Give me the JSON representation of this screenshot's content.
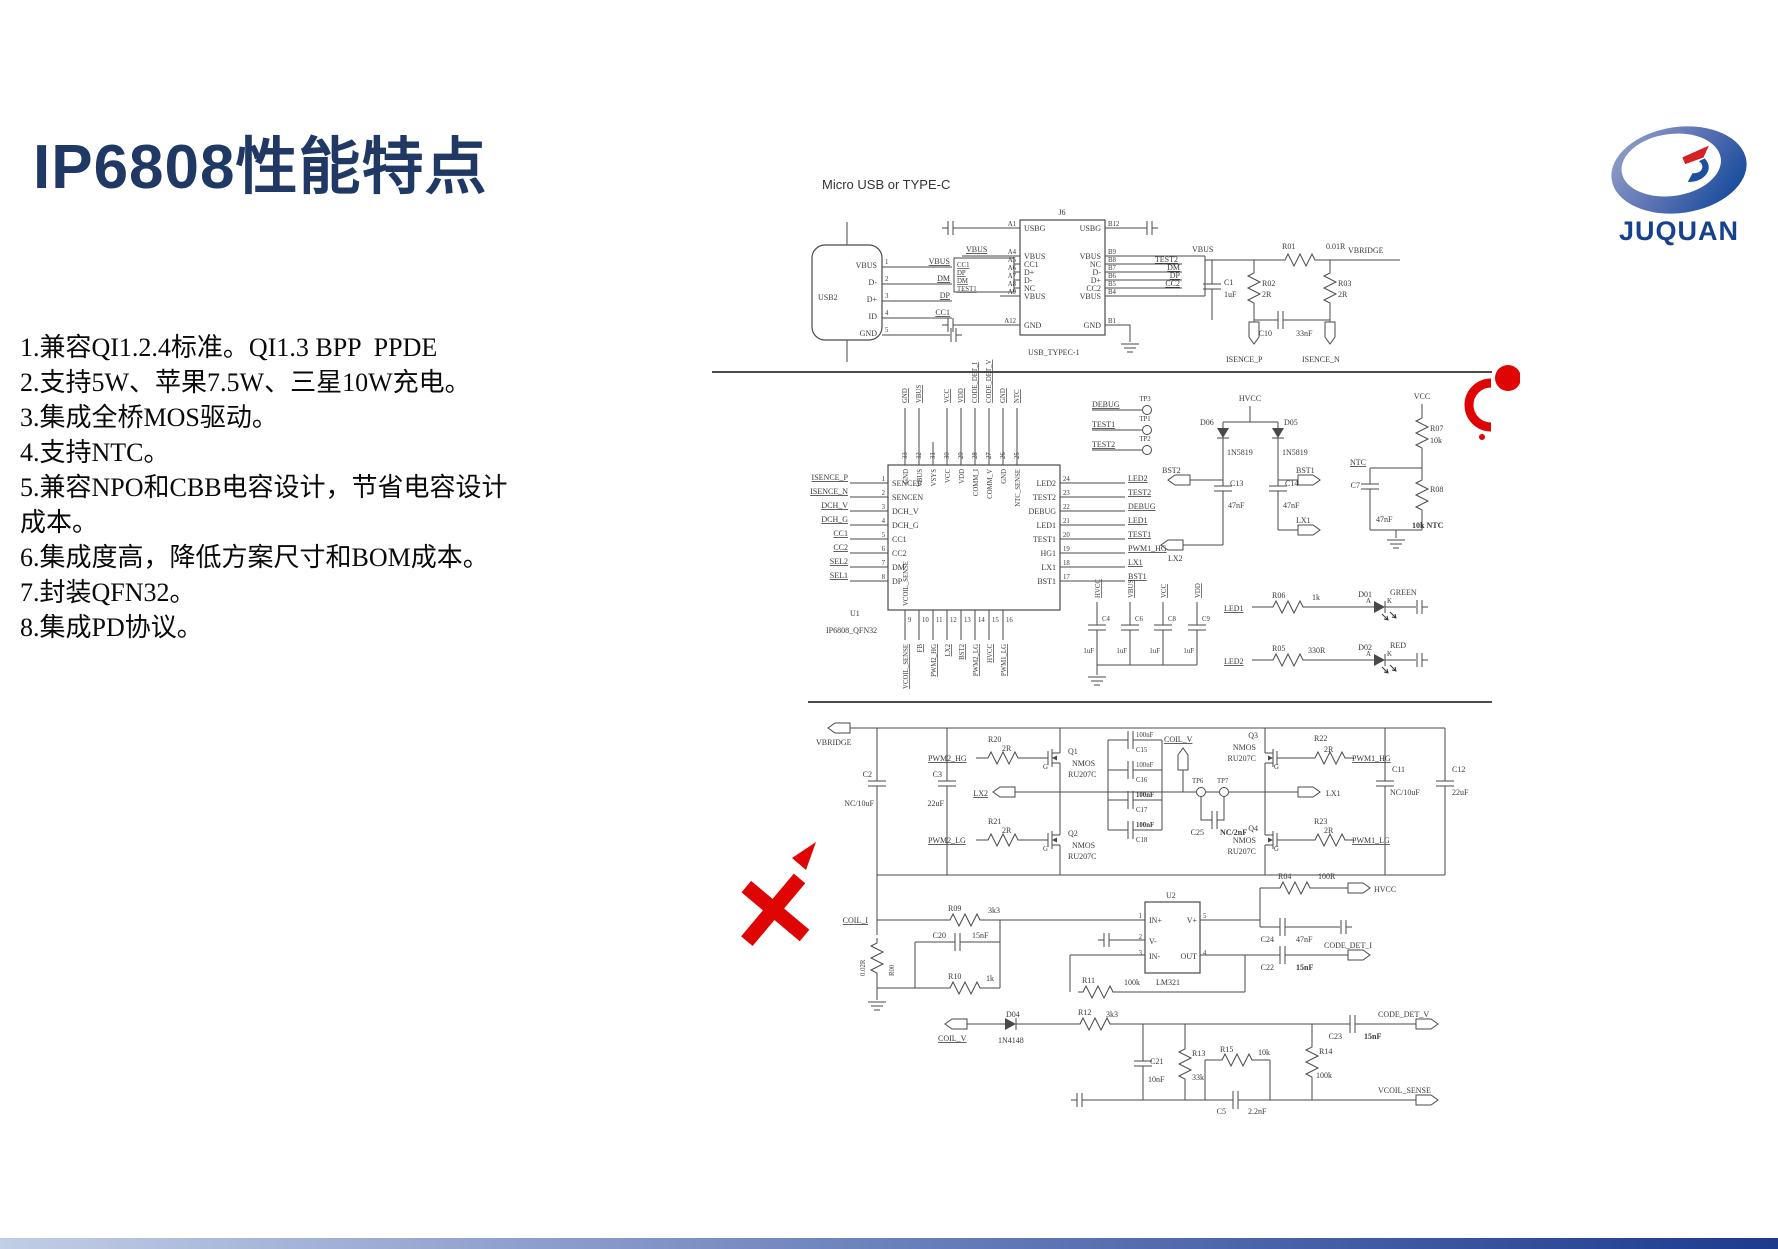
{
  "slide": {
    "title": "IP6808性能特点",
    "features": [
      "1.兼容QI1.2.4标准。QI1.3 BPP  PPDE",
      "2.支持5W、苹果7.5W、三星10W充电。",
      "3.集成全桥MOS驱动。",
      "4.支持NTC。",
      "5.兼容NPO和CBB电容设计，节省电容设计成本。",
      "6.集成度高，降低方案尺寸和BOM成本。",
      "7.封装QFN32。",
      "8.集成PD协议。"
    ]
  },
  "logo": {
    "text": "JUQUAN"
  },
  "colors": {
    "title": "#1f3864",
    "logo_blue": "#16418f",
    "accent_red": "#e00505"
  },
  "sch": {
    "top": {
      "title": "Micro USB or TYPE-C",
      "usb2_ref": "USB2",
      "usb2_pins": [
        "VBUS",
        "D-",
        "D+",
        "ID",
        "GND"
      ],
      "usb2_nums": [
        "1",
        "2",
        "3",
        "4",
        "5"
      ],
      "usb2_nets": [
        "VBUS",
        "DM",
        "DP",
        "CC1"
      ],
      "j6_ref": "J6",
      "j6_name": "USB_TYPEC-1",
      "j6_lnums": [
        "A1",
        "A4",
        "A5",
        "A6",
        "A7",
        "A8",
        "A9",
        "A12"
      ],
      "j6_lpins": [
        "USBG",
        "VBUS",
        "CC1",
        "D+",
        "D-",
        "NC",
        "VBUS",
        "GND"
      ],
      "j6_lnets": [
        "VBUS",
        "CC1",
        "DP",
        "DM",
        "TEST1"
      ],
      "j6_rpins": [
        "USBG",
        "VBUS",
        "NC",
        "D-",
        "D+",
        "CC2",
        "VBUS",
        "GND"
      ],
      "j6_rnums": [
        "B12",
        "B9",
        "B8",
        "B7",
        "B6",
        "B5",
        "B4",
        "B1"
      ],
      "j6_rnets": [
        "TEST2",
        "DM",
        "DP",
        "CC2"
      ],
      "vbus": "VBUS",
      "r01": "R01",
      "r01v": "0.01R",
      "vbridge": "VBRIDGE",
      "c1": "C1",
      "c1v": "1uF",
      "r02": "R02",
      "r02v": "2R",
      "r03": "R03",
      "r03v": "2R",
      "c10": "C10",
      "c10v": "33nF",
      "isp": "ISENCE_P",
      "isn": "ISENCE_N"
    },
    "u1": {
      "ref": "U1",
      "part": "IP6808_QFN32",
      "lnets": [
        "ISENCE_P",
        "ISENCE_N",
        "DCH_V",
        "DCH_G",
        "CC1",
        "CC2",
        "SEL2",
        "SEL1"
      ],
      "lnums": [
        "1",
        "2",
        "3",
        "4",
        "5",
        "6",
        "7",
        "8"
      ],
      "lpins": [
        "SENCEP",
        "SENCEN",
        "DCH_V",
        "DCH_G",
        "CC1",
        "CC2",
        "DM",
        "DP"
      ],
      "tnums": [
        "33",
        "32",
        "31",
        "30",
        "29",
        "28",
        "27",
        "26",
        "25"
      ],
      "tpins": [
        "GND",
        "VBUS",
        "VSYS",
        "VCC",
        "VDD",
        "COMM_I",
        "COMM_V",
        "GND",
        "NTC_SENSE"
      ],
      "tnets": [
        "GND",
        "VBUS",
        "VCC",
        "VDD",
        "CODE_DET_I",
        "CODE_DET_V",
        "GND",
        "NTC"
      ],
      "rnums": [
        "24",
        "23",
        "22",
        "21",
        "20",
        "19",
        "18",
        "17"
      ],
      "rpins": [
        "LED2",
        "TEST2",
        "DEBUG",
        "LED1",
        "TEST1",
        "HG1",
        "LX1",
        "BST1"
      ],
      "rnets": [
        "LED2",
        "TEST2",
        "DEBUG",
        "LED1",
        "TEST1",
        "PWM1_HG",
        "LX1",
        "BST1"
      ],
      "bnums": [
        "9",
        "10",
        "11",
        "12",
        "13",
        "14",
        "15",
        "16"
      ],
      "bpin9": "VCOIL_SENSE",
      "bnets": [
        "VCOIL_SENSE",
        "FB",
        "PWM2_HG",
        "LX2",
        "BST2",
        "PWM2_LG",
        "HVCC",
        "PWM1_LG"
      ]
    },
    "tp": {
      "l": [
        "DEBUG",
        "TEST1",
        "TEST2"
      ],
      "n": [
        "TP3",
        "TP1",
        "TP2"
      ]
    },
    "boot": {
      "hvcc": "HVCC",
      "d06": "D06",
      "d05": "D05",
      "pn": "1N5819",
      "bst2": "BST2",
      "bst1": "BST1",
      "c13": "C13",
      "c14": "C14",
      "cv": "47nF",
      "lx2": "LX2",
      "lx1": "LX1"
    },
    "ntc": {
      "vcc": "VCC",
      "r07": "R07",
      "r07v": "10k",
      "net": "NTC",
      "c7": "C7",
      "c7v": "47nF",
      "r08": "R08",
      "r08v": "10k NTC"
    },
    "byp": {
      "nets": [
        "HVCC",
        "VBUS",
        "VCC",
        "VDD"
      ],
      "refs": [
        "C4",
        "C6",
        "C8",
        "C9"
      ],
      "v": "1uF"
    },
    "led": {
      "l1": "LED1",
      "r06": "R06",
      "r06v": "1k",
      "d01": "D01",
      "c1": "GREEN",
      "l2": "LED2",
      "r05": "R05",
      "r05v": "330R",
      "d02": "D02",
      "c2": "RED",
      "a": "A",
      "k": "K"
    },
    "br": {
      "vbridge": "VBRIDGE",
      "c2": "C2",
      "c2v": "NC/10uF",
      "c3": "C3",
      "c3v": "22uF",
      "r20": "R20",
      "r20v": "2R",
      "hg2": "PWM2_HG",
      "q1": "Q1",
      "q2": "Q2",
      "q3": "Q3",
      "q4": "Q4",
      "nmos": "NMOS",
      "part": "RU207C",
      "g": "G",
      "lx2": "LX2",
      "r21": "R21",
      "r21v": "2R",
      "lg2": "PWM2_LG",
      "caps": [
        "C15",
        "C16",
        "C17",
        "C18"
      ],
      "capv": "100nF",
      "coilv": "COIL_V",
      "tp6": "TP6",
      "tp7": "TP7",
      "c25": "C25",
      "c25v": "NC/2nF",
      "r22": "R22",
      "r22v": "2R",
      "hg1": "PWM1_HG",
      "lx1": "LX1",
      "r23": "R23",
      "r23v": "2R",
      "lg1": "PWM1_LG",
      "c11": "C11",
      "c11v": "NC/10uF",
      "c12": "C12",
      "c12v": "22uF"
    },
    "amp": {
      "coili": "COIL_I",
      "r00": "R00",
      "r00v": "0.02R",
      "r09": "R09",
      "r09v": "3k3",
      "c20": "C20",
      "c20v": "15nF",
      "r10": "R10",
      "r10v": "1k",
      "r11": "R11",
      "r11v": "100k",
      "u2": "U2",
      "u2p": "LM321",
      "inp": "IN+",
      "vm": "V-",
      "inm": "IN-",
      "vp": "V+",
      "out": "OUT",
      "n1": "1",
      "n2": "2",
      "n3": "3",
      "n4": "4",
      "n5": "5",
      "r04": "R04",
      "r04v": "100R",
      "hvcc": "HVCC",
      "c24": "C24",
      "c24v": "47nF",
      "c22": "C22",
      "c22v": "15nF",
      "cdi": "CODE_DET_I"
    },
    "dem": {
      "coilv": "COIL_V",
      "d04": "D04",
      "d04v": "1N4148",
      "r12": "R12",
      "r12v": "3k3",
      "c21": "C21",
      "c21v": "10nF",
      "r13": "R13",
      "r13v": "33k",
      "r15": "R15",
      "r15v": "10k",
      "c5": "C5",
      "c5v": "2.2nF",
      "r14": "R14",
      "r14v": "100k",
      "c23": "C23",
      "c23v": "15nF",
      "cdv": "CODE_DET_V",
      "vcs": "VCOIL_SENSE"
    }
  }
}
